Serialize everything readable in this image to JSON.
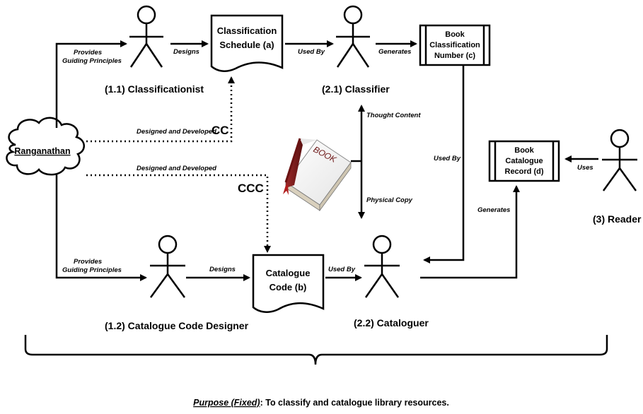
{
  "nodes": {
    "classificationist": "(1.1) Classificationist",
    "classifier": "(2.1) Classifier",
    "catalogue_code_designer": "(1.2) Catalogue Code Designer",
    "cataloguer": "(2.2) Cataloguer",
    "reader": "(3) Reader",
    "ranganathan": "Ranganathan",
    "schedule_line1": "Classification",
    "schedule_line2": "Schedule (a)",
    "catalogue_code_line1": "Catalogue",
    "catalogue_code_line2": "Code (b)",
    "bcn_line1": "Book",
    "bcn_line2": "Classification",
    "bcn_line3": "Number (c)",
    "bcr_line1": "Book",
    "bcr_line2": "Catalogue",
    "bcr_line3": "Record (d)",
    "book_cover": "BOOK"
  },
  "edges": {
    "provides_1": "Provides",
    "guiding_1": "Guiding Principles",
    "provides_2": "Provides",
    "guiding_2": "Guiding Principles",
    "designs_1": "Designs",
    "designs_2": "Designs",
    "used_by_1": "Used By",
    "used_by_2": "Used By",
    "used_by_3": "Used By",
    "generates_1": "Generates",
    "generates_2": "Generates",
    "uses": "Uses",
    "thought_content": "Thought Content",
    "physical_copy": "Physical Copy",
    "designed_developed_1": "Designed and Developed",
    "designed_developed_2": "Designed and Developed",
    "cc": "CC",
    "ccc": "CCC"
  },
  "footer": {
    "purpose_label": "Purpose (Fixed)",
    "purpose_text": ": To classify and catalogue library resources."
  }
}
